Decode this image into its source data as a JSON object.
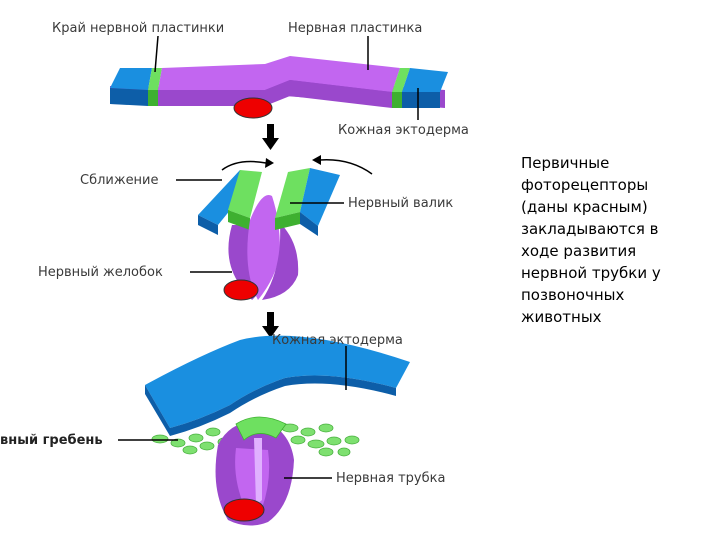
{
  "labels": {
    "plate_edge": "Край нервной пластинки",
    "neural_plate": "Нервная пластинка",
    "skin_ectoderm_1": "Кожная эктодерма",
    "convergence": "Сближение",
    "neural_fold": "Нервный валик",
    "neural_groove": "Нервный желобок",
    "skin_ectoderm_2": "Кожная эктодерма",
    "neural_crest": "вный гребень",
    "neural_tube": "Нервная трубка"
  },
  "caption_lines": [
    "Первичные",
    "фоторецепторы",
    "(даны красным)",
    "закладываются в",
    "ходе развития",
    "нервной трубки у",
    "позвоночных",
    "животных"
  ],
  "colors": {
    "ectoderm": "#1a8fe0",
    "ectoderm_dark": "#0d5ea8",
    "neural_plate": "#c266f0",
    "neural_plate_dark": "#9a48cc",
    "plate_edge": "#6ee060",
    "photoreceptor": "#ee0000",
    "arrow": "#000000"
  }
}
